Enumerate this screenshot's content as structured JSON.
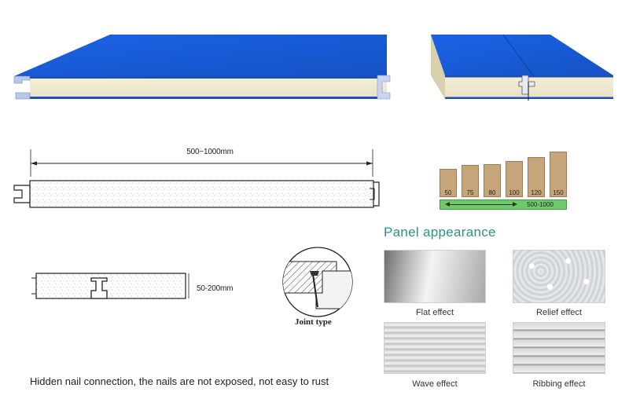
{
  "dimensions": {
    "width_label": "500~1000mm",
    "thickness_label": "50-200mm"
  },
  "joint_label": "Joint type",
  "thickness_chart": {
    "values": [
      50,
      75,
      80,
      100,
      120,
      150
    ],
    "range_label": "500-1000"
  },
  "appearance": {
    "title": "Panel appearance",
    "items": [
      {
        "label": "Flat effect"
      },
      {
        "label": "Relief effect"
      },
      {
        "label": "Wave effect"
      },
      {
        "label": "Ribbing effect"
      }
    ]
  },
  "footer_text": "Hidden nail connection, the nails are not exposed, not easy to rust",
  "colors": {
    "panel_blue": "#1e5fd8",
    "foam": "#f1ecd3",
    "bar_brown": "#c7a57a",
    "range_green": "#6ec96a",
    "title_teal": "#2e8f8a"
  }
}
